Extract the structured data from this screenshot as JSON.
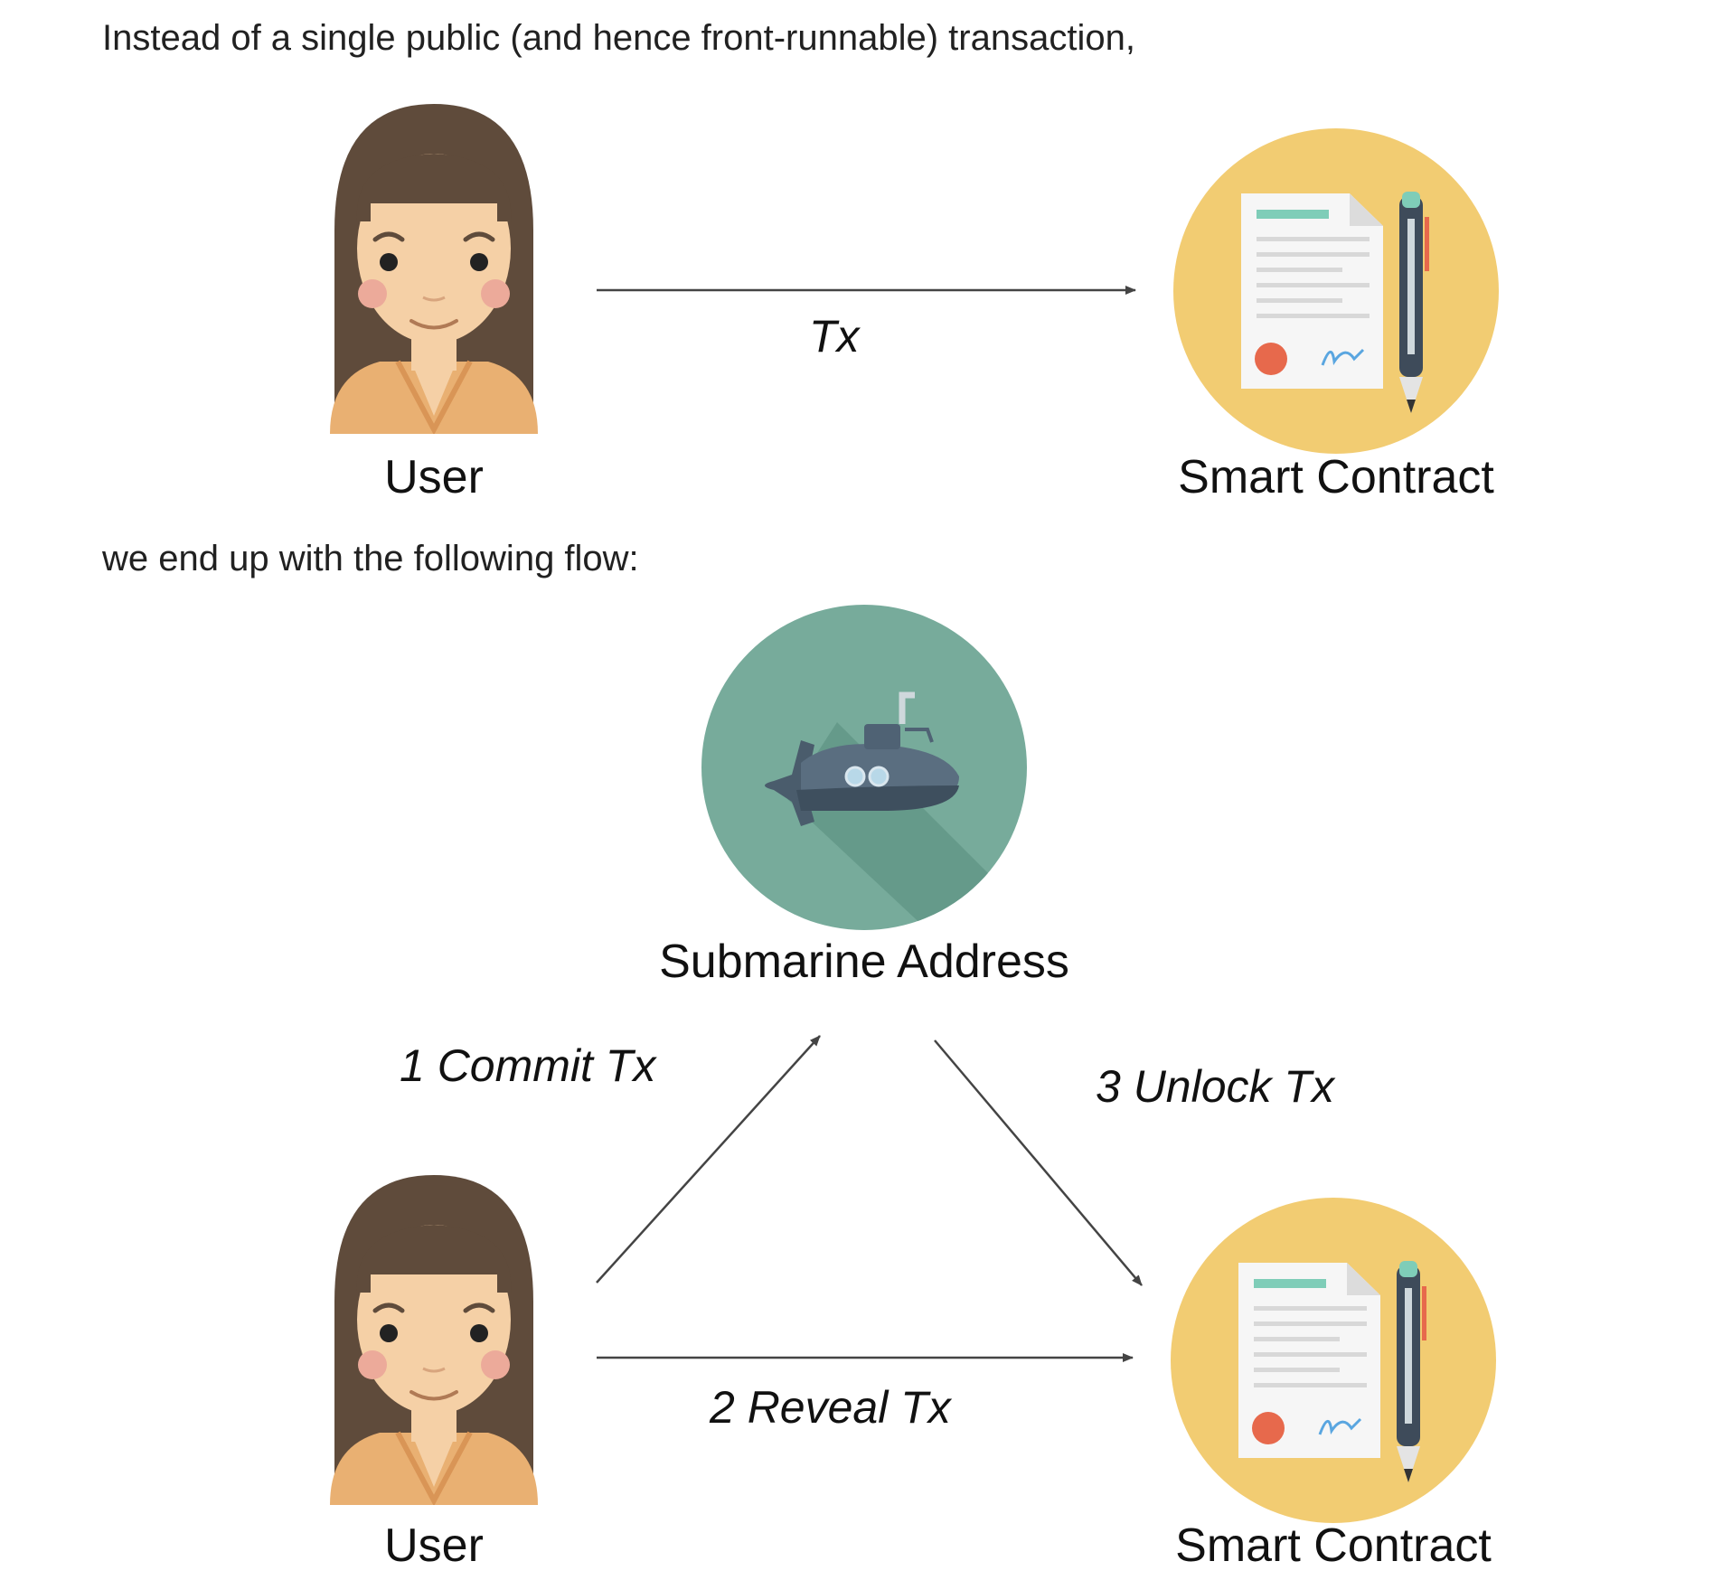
{
  "intro_text": "Instead of a single public (and hence front-runnable) transaction,",
  "transition_text": "we end up with the following flow:",
  "diagram_1": {
    "user_label": "User",
    "contract_label": "Smart Contract",
    "edge_label": "Tx"
  },
  "diagram_2": {
    "submarine_label": "Submarine Address",
    "commit_label": "1 Commit Tx",
    "reveal_label": "2 Reveal Tx",
    "unlock_label": "3 Unlock Tx",
    "user_label": "User",
    "contract_label": "Smart Contract"
  },
  "icons": [
    "user-avatar-icon",
    "smart-contract-icon",
    "submarine-icon"
  ],
  "colors": {
    "hair": "#5f4b3b",
    "skin": "#f5d0a6",
    "shirt": "#e9b072",
    "contract_circle": "#f2cc72",
    "submarine_circle": "#77ab9b",
    "submarine_body": "#4a5c6c",
    "arrow": "#444444"
  }
}
